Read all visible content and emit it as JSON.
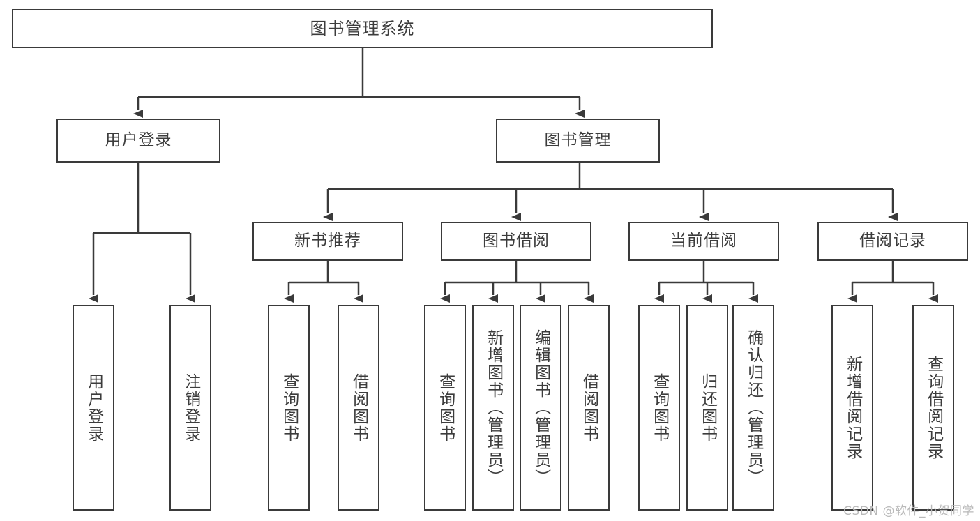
{
  "diagram": {
    "type": "tree-hierarchy",
    "title": "图书管理系统",
    "root": {
      "label": "图书管理系统"
    },
    "level2": [
      {
        "label": "用户登录"
      },
      {
        "label": "图书管理"
      }
    ],
    "level3": [
      {
        "label": "新书推荐"
      },
      {
        "label": "图书借阅"
      },
      {
        "label": "当前借阅"
      },
      {
        "label": "借阅记录"
      }
    ],
    "leaves": {
      "user_login": [
        {
          "label": "用户登录"
        },
        {
          "label": "注销登录"
        }
      ],
      "new_book_recommend": [
        {
          "label": "查询图书"
        },
        {
          "label": "借阅图书"
        }
      ],
      "book_borrow": [
        {
          "label": "查询图书"
        },
        {
          "label": "新增图书（管理员）"
        },
        {
          "label": "编辑图书（管理员）"
        },
        {
          "label": "借阅图书"
        }
      ],
      "current_borrow": [
        {
          "label": "查询图书"
        },
        {
          "label": "归还图书"
        },
        {
          "label": "确认归还（管理员）"
        }
      ],
      "borrow_record": [
        {
          "label": "新增借阅记录"
        },
        {
          "label": "查询借阅记录"
        }
      ]
    }
  },
  "watermark": {
    "text": "CSDN @软件_小贺同学"
  },
  "colors": {
    "stroke": "#3a3a3a",
    "text": "#3c3c3c",
    "background": "#ffffff",
    "watermark": "#b9b9b9"
  }
}
